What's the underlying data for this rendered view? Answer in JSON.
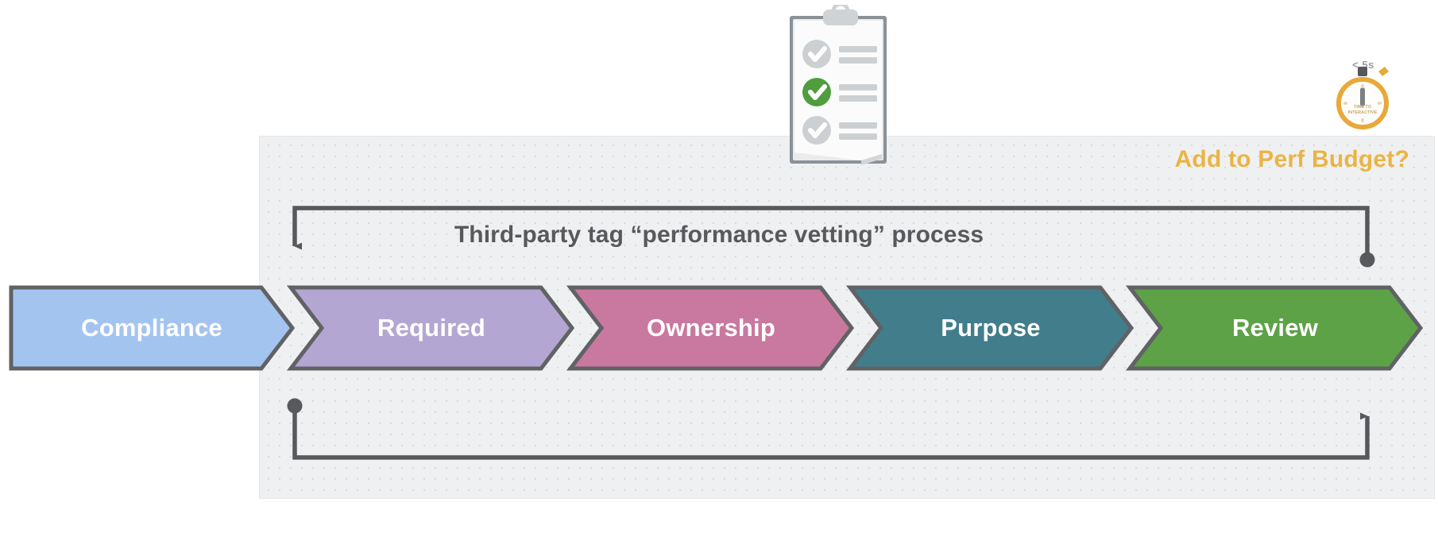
{
  "panel": {
    "perf_budget_label": "Add to Perf Budget?",
    "process_title": "Third-party tag “performance vetting” process",
    "accent_color": "#eab445",
    "title_color": "#57595c",
    "background_color": "#eff0f1",
    "wire_color": "#57595c"
  },
  "stopwatch": {
    "icon": "stopwatch-icon",
    "threshold_label": "< 5s",
    "face_line1": "TIME TO",
    "face_line2": "INTERACTIVE",
    "color": "#e8a93a"
  },
  "clipboard": {
    "icon": "clipboard-checklist-icon",
    "checked_item_index": 1,
    "items": 3,
    "check_color": "#4f9d3f",
    "unchecked_color": "#cdd0d2"
  },
  "process": {
    "steps": [
      {
        "label": "Compliance",
        "color": "#a4c4f0",
        "border": "#606265",
        "name": "step-compliance"
      },
      {
        "label": "Required",
        "color": "#b4a6d2",
        "border": "#606265",
        "name": "step-required"
      },
      {
        "label": "Ownership",
        "color": "#c9789f",
        "border": "#606265",
        "name": "step-ownership"
      },
      {
        "label": "Purpose",
        "color": "#427d8c",
        "border": "#606265",
        "name": "step-purpose"
      },
      {
        "label": "Review",
        "color": "#5da247",
        "border": "#606265",
        "name": "step-review"
      }
    ]
  },
  "feedback_loops": {
    "top": {
      "from": "review-end-dot",
      "to": "compliance-arrowhead",
      "direction": "right-to-left"
    },
    "bottom": {
      "from": "compliance-start-dot",
      "to": "review-arrowhead",
      "direction": "left-to-right"
    }
  }
}
